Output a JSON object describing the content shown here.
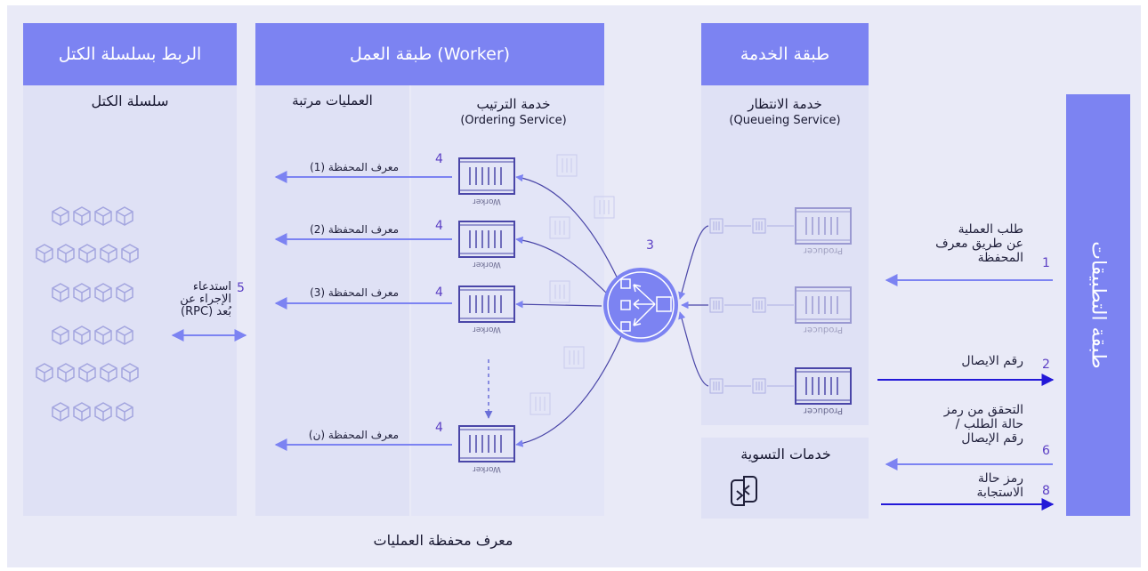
{
  "headers": {
    "blockchain": "الربط بسلسلة الكتل",
    "worker": "طبقة العمل (Worker)",
    "service": "طبقة الخدمة",
    "apps": "طبقة التطبيقات"
  },
  "sub": {
    "chain": "سلسلة الكتل",
    "ordered_ops": "العمليات مرتبة",
    "ordering_ar": "خدمة الترتيب",
    "ordering_en": "(Ordering Service)",
    "queueing_ar": "خدمة الانتظار",
    "queueing_en": "(Queueing Service)",
    "settlement": "خدمات التسوية",
    "footer": "معرف محفظة العمليات"
  },
  "worker_ids": [
    "معرف المحفظة (1)",
    "معرف المحفظة (2)",
    "معرف المحفظة (3)",
    "معرف المحفظة (ن)"
  ],
  "worker_label": "Worker",
  "producer_label": "Producer",
  "steps": {
    "s1_num": "1",
    "s1_text": [
      "طلب العملية",
      "عن طريق معرف",
      "المحفظة"
    ],
    "s2_num": "2",
    "s2_text": "رقم الايصال",
    "s3_num": "3",
    "s4_num": "4",
    "s5_num": "5",
    "s5_text": [
      "استدعاء",
      "الإجراء عن",
      "بُعد (RPC)"
    ],
    "s6_num": "6",
    "s6_text": [
      "التحقق من رمز",
      "حالة الطلب /",
      "رقم الإيصال"
    ],
    "s8_num": "8",
    "s8_text": [
      "رمز حالة",
      "الاستجابة"
    ]
  },
  "colors": {
    "accent": "#7c83f2",
    "arrow_strong": "#2318d8",
    "num": "#5b3fc4"
  }
}
